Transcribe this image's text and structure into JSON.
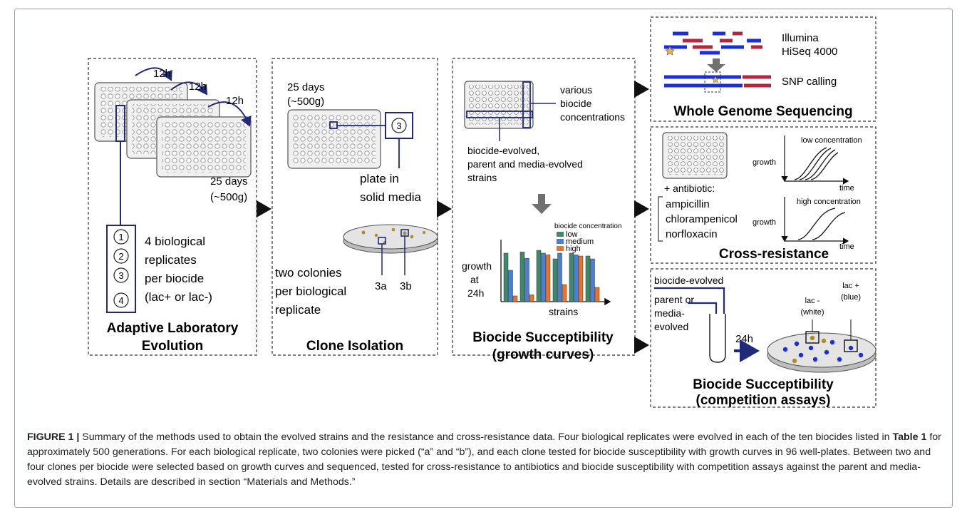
{
  "panels": {
    "ale": {
      "title_line1": "Adaptive Laboratory",
      "title_line2": "Evolution",
      "time_labels": [
        "12h",
        "12h",
        "12h"
      ],
      "duration_line1": "25 days",
      "duration_line2": "(~500g)",
      "replicate_numbers": [
        "1",
        "2",
        "3",
        "4"
      ],
      "replicates_text": [
        "4 biological",
        "replicates",
        "per biocide",
        "(lac+ or lac-)"
      ]
    },
    "clone": {
      "title": "Clone Isolation",
      "duration_line1": "25 days",
      "duration_line2": "(~500g)",
      "well_number": "3",
      "plate_text": [
        "plate in",
        "solid media"
      ],
      "colony_labels": [
        "3a",
        "3b"
      ],
      "colonies_text": [
        "two colonies",
        "per biological",
        "replicate"
      ]
    },
    "growth": {
      "title_line1": "Biocide Succeptibility",
      "title_line2": "(growth curves)",
      "various_text": [
        "various",
        "biocide",
        "concentrations"
      ],
      "strains_text": [
        "biocide-evolved,",
        "parent and media-evolved",
        "strains"
      ],
      "y_label": [
        "growth",
        "at",
        "24h"
      ],
      "x_label": "strains",
      "legend_title": "biocide concentration"
    },
    "wgs": {
      "title": "Whole Genome Sequencing",
      "platform_line1": "Illumina",
      "platform_line2": "HiSeq 4000",
      "snp_label": "SNP calling"
    },
    "cross": {
      "title": "Cross-resistance",
      "antibiotic_label": "+ antibiotic:",
      "antibiotics": [
        "ampicillin",
        "chlorampenicol",
        "norfloxacin"
      ],
      "low_title": "low concentration",
      "high_title": "high concentration",
      "growth_label": "growth",
      "time_label": "time"
    },
    "competition": {
      "title_line1": "Biocide Succeptibility",
      "title_line2": "(competition assays)",
      "evolved_label": "biocide-evolved",
      "parent_text": [
        "parent or",
        "media-",
        "evolved"
      ],
      "time_label": "24h",
      "lac_minus": [
        "lac -",
        "(white)"
      ],
      "lac_plus": [
        "lac +",
        "(blue)"
      ]
    }
  },
  "chart_data": {
    "type": "bar",
    "categories": [
      "",
      "",
      "",
      "",
      "",
      ""
    ],
    "series": [
      {
        "name": "low",
        "values": [
          0.85,
          0.87,
          0.9,
          0.75,
          0.85,
          0.8
        ]
      },
      {
        "name": "medium",
        "values": [
          0.55,
          0.76,
          0.85,
          0.85,
          0.82,
          0.75
        ]
      },
      {
        "name": "high",
        "values": [
          0.1,
          0.12,
          0.82,
          0.3,
          0.8,
          0.25
        ]
      }
    ],
    "colors": [
      "#3d8a6b",
      "#4a7fd4",
      "#e8742a"
    ],
    "xlabel": "strains",
    "ylabel": "growth at 24h",
    "ylim": [
      0,
      1
    ],
    "legend_position": "top-right"
  },
  "caption": {
    "label": "FIGURE 1 |",
    "part1": "Summary of the methods used to obtain the evolved strains and the resistance and cross-resistance data. Four biological replicates were evolved in each of the ten biocides listed in",
    "table_ref": "Table 1",
    "part2": "for approximately 500 generations. For each biological replicate, two colonies were picked (“a” and “b”), and each clone tested for biocide susceptibility with growth curves in 96 well-plates. Between two and four clones per biocide were selected based on growth curves and sequenced, tested for cross-resistance to antibiotics and biocide susceptibility with competition assays against the parent and media-evolved strains. Details are described in section “Materials and Methods.”"
  },
  "colors": {
    "navy": "#1f2a7a",
    "blue": "#1a2fd6",
    "red": "#b0273e",
    "arrow_gray": "#707070",
    "petri_gray": "#d8d8d8",
    "colony_brown": "#b08a2e"
  }
}
